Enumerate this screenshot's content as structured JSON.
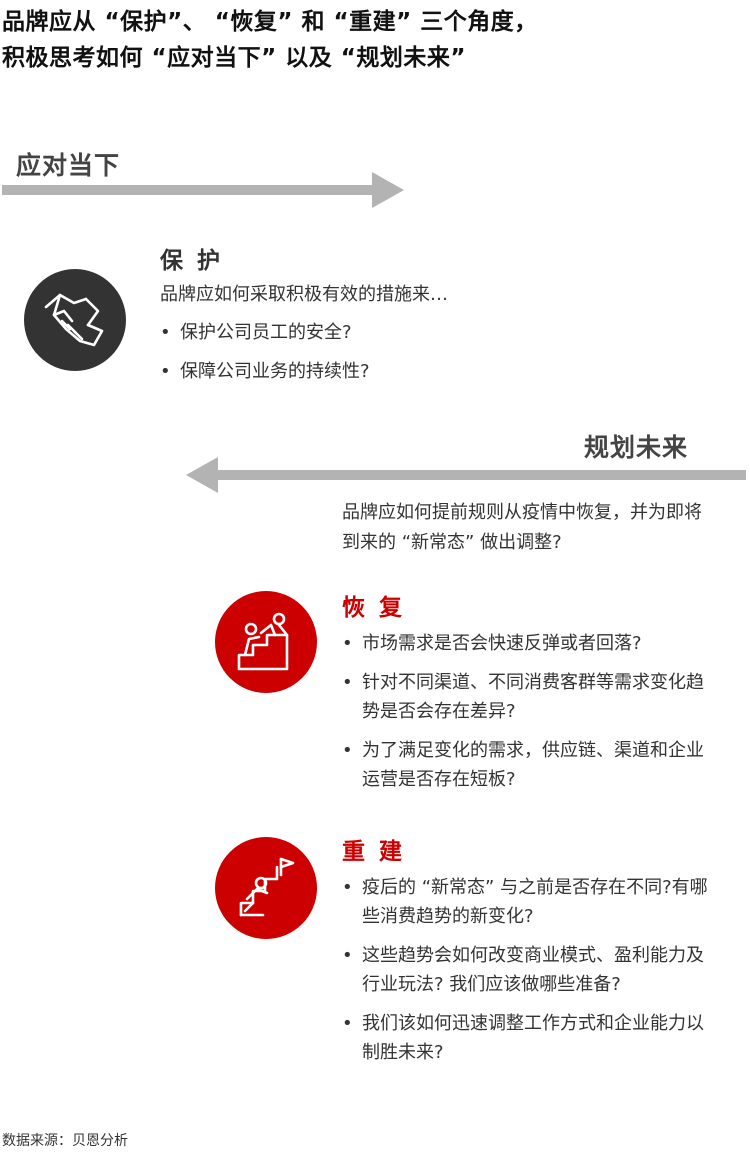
{
  "title": {
    "line1": "品牌应从 “保护”、 “恢复” 和 “重建” 三个角度，",
    "line2": "积极思考如何 “应对当下” 以及 “规划未来”"
  },
  "present": {
    "label": "应对当下",
    "protect": {
      "heading": "保护",
      "intro": "品牌应如何采取积极有效的措施来…",
      "bullets": [
        "保护公司员工的安全?",
        "保障公司业务的持续性?"
      ],
      "icon": "handshake-icon",
      "circle_color": "#333333"
    }
  },
  "future": {
    "label": "规划未来",
    "intro": "品牌应如何提前规则从疫情中恢复，并为即将到来的 “新常态” 做出调整?",
    "recover": {
      "heading": "恢复",
      "bullets": [
        "市场需求是否会快速反弹或者回落?",
        "针对不同渠道、不同消费客群等需求变化趋势是否会存在差异?",
        "为了满足变化的需求，供应链、渠道和企业运营是否存在短板?"
      ],
      "icon": "helping-climb-icon",
      "circle_color": "#cc0000"
    },
    "rebuild": {
      "heading": "重建",
      "bullets": [
        "疫后的 “新常态” 与之前是否存在不同?有哪些消费趋势的新变化?",
        "这些趋势会如何改变商业模式、盈利能力及行业玩法? 我们应该做哪些准备?",
        "我们该如何迅速调整工作方式和企业能力以制胜未来?"
      ],
      "icon": "stairs-flag-icon",
      "circle_color": "#cc0000"
    }
  },
  "source": "数据来源：贝恩分析",
  "colors": {
    "accent": "#cc0000",
    "arrow": "#b3b3b3",
    "dark": "#333333"
  }
}
